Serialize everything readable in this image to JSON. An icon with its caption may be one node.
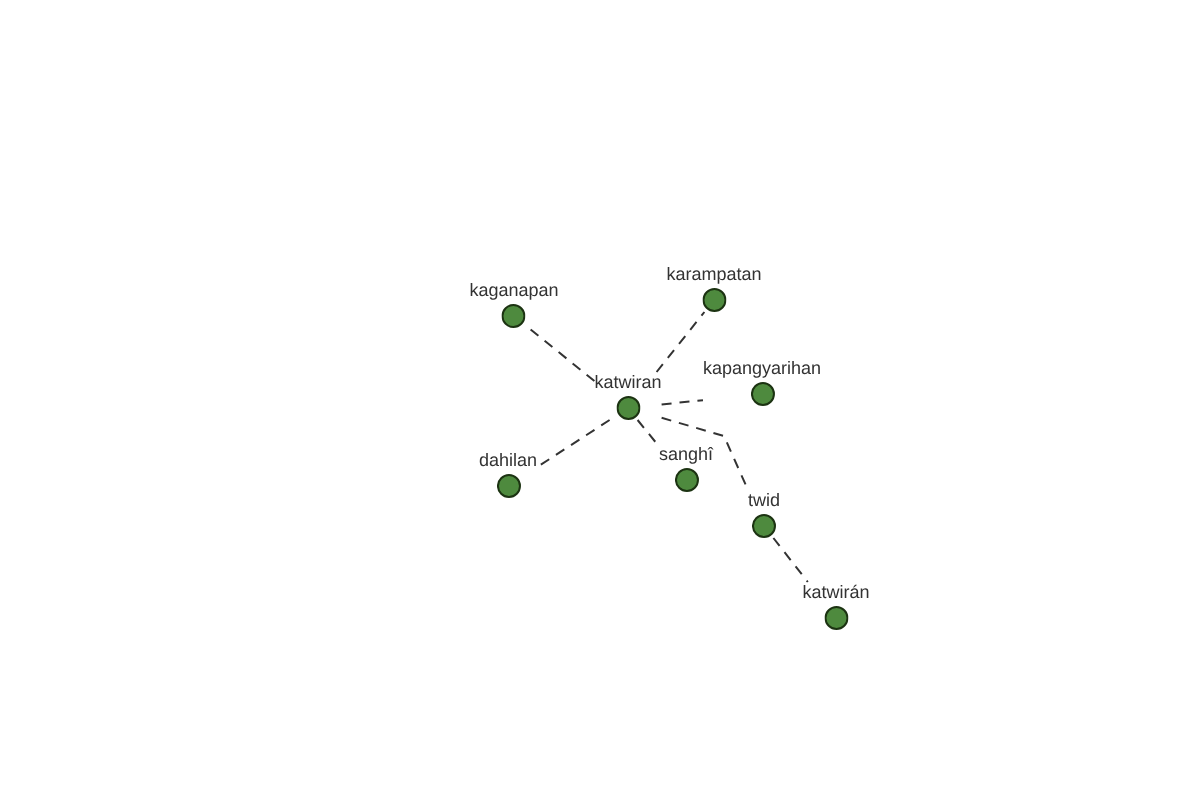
{
  "diagram": {
    "nodes": [
      {
        "text": [
          "kaganapan"
        ]
      },
      {
        "text": [
          "karampatan"
        ]
      },
      {
        "text": [
          "katwiran"
        ]
      },
      {
        "text": [
          "kapangyarihan"
        ]
      },
      {
        "text": [
          "dahilan"
        ]
      },
      {
        "text": [
          "sanghî"
        ]
      },
      {
        "text": [
          "twid"
        ]
      },
      {
        "text": [
          "katwirán"
        ]
      }
    ],
    "edges": [
      {
        "from": 2,
        "to": 0,
        "arrow": "none",
        "style": "dashed"
      },
      {
        "from": 2,
        "to": 1,
        "arrow": "none",
        "style": "dashed"
      },
      {
        "from": 2,
        "to": 3,
        "arrow": "none",
        "style": "dashed"
      },
      {
        "from": 2,
        "to": 4,
        "arrow": "none",
        "style": "dashed"
      },
      {
        "from": 2,
        "to": 5,
        "arrow": "none",
        "style": "dashed"
      },
      {
        "from": 2,
        "to": 6,
        "arrow": "none",
        "style": "dashed"
      },
      {
        "from": 6,
        "to": 7,
        "arrow": "none",
        "style": "dashed"
      }
    ]
  }
}
